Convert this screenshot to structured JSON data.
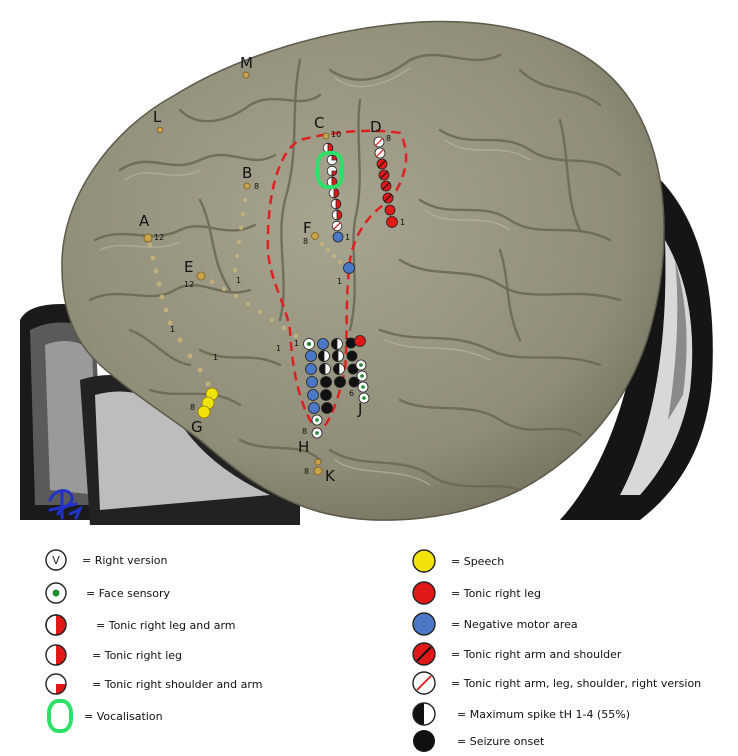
{
  "electrodes": [
    {
      "letter": "A",
      "numbers": [
        "12",
        "1"
      ]
    },
    {
      "letter": "B",
      "numbers": [
        "8",
        "1"
      ]
    },
    {
      "letter": "C",
      "numbers": [
        "10",
        "1"
      ]
    },
    {
      "letter": "D",
      "numbers": [
        "8",
        "1"
      ]
    },
    {
      "letter": "E",
      "numbers": [
        "12",
        "1"
      ]
    },
    {
      "letter": "F",
      "numbers": [
        "8",
        "1"
      ]
    },
    {
      "letter": "G",
      "numbers": [
        "8"
      ]
    },
    {
      "letter": "H",
      "numbers": [
        "8",
        "1"
      ]
    },
    {
      "letter": "J",
      "numbers": [
        "6"
      ]
    },
    {
      "letter": "K",
      "numbers": [
        "8"
      ]
    },
    {
      "letter": "L",
      "numbers": []
    },
    {
      "letter": "M",
      "numbers": []
    }
  ],
  "grid_numbers": [
    "1",
    "1"
  ],
  "colors": {
    "tonic_leg": "#e01818",
    "negative_motor": "#4a78c6",
    "speech": "#f2e20c",
    "vocalisation": "#2ee06a",
    "face_sensory_dot": "#1e8a2e",
    "seizure_onset": "#000000",
    "seizure_zone_outline": "#e02020",
    "brain": "#8f8c78"
  },
  "legend": {
    "left": [
      {
        "icon": "right-version",
        "glyph": "V",
        "label": "= Right version"
      },
      {
        "icon": "face-sensory",
        "label": "= Face sensory"
      },
      {
        "icon": "tonic-right-leg-and-arm",
        "label": "= Tonic right leg and arm"
      },
      {
        "icon": "tonic-right-leg-quarter",
        "label": "= Tonic right leg"
      },
      {
        "icon": "tonic-right-shoulder-and-arm",
        "label": "= Tonic right shoulder and arm"
      },
      {
        "icon": "vocalisation",
        "label": "= Vocalisation"
      }
    ],
    "right": [
      {
        "icon": "speech",
        "label": "= Speech"
      },
      {
        "icon": "tonic-right-leg-full",
        "label": "= Tonic right leg"
      },
      {
        "icon": "negative-motor-area",
        "label": "= Negative motor area"
      },
      {
        "icon": "tonic-right-arm-and-shoulder",
        "label": "= Tonic right arm and shoulder"
      },
      {
        "icon": "tonic-right-arm-leg-shoulder-version",
        "label": "= Tonic right arm, leg, shoulder, right version"
      },
      {
        "icon": "maximum-spike",
        "label": "= Maximum spike tH 1-4 (55%)"
      },
      {
        "icon": "seizure-onset",
        "label": "= Seizure onset"
      }
    ]
  }
}
